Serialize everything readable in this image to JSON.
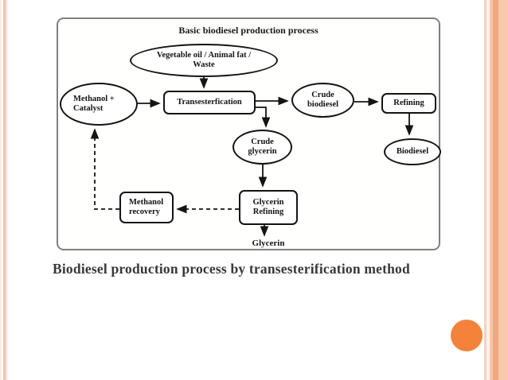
{
  "slide": {
    "caption": "Biodiesel production process by transesterification method",
    "theme": {
      "accent_orange": "#f5823a",
      "edge_stripe_salmon": "#f0a87f",
      "edge_stripe_peach": "#f8c9ab",
      "frame_border_gray": "#7f7f7f",
      "shape_border_black": "#141414"
    }
  },
  "diagram": {
    "title": "Basic biodiesel production process",
    "nodes": {
      "feedstock": {
        "shape": "ellipse",
        "lines": [
          "Vegetable oil / Animal fat /",
          "Waste"
        ]
      },
      "methanol_catalyst": {
        "shape": "ellipse",
        "lines": [
          "Methanol +",
          "Catalyst"
        ]
      },
      "transesterification": {
        "shape": "rounded-rect",
        "lines": [
          "Transesterfication"
        ]
      },
      "crude_biodiesel": {
        "shape": "ellipse",
        "lines": [
          "Crude",
          "biodiesel"
        ]
      },
      "refining": {
        "shape": "rounded-rect",
        "lines": [
          "Refining"
        ]
      },
      "biodiesel": {
        "shape": "ellipse",
        "lines": [
          "Biodiesel"
        ]
      },
      "crude_glycerin": {
        "shape": "ellipse",
        "lines": [
          "Crude",
          "glycerin"
        ]
      },
      "glycerin_refining": {
        "shape": "rounded-rect",
        "lines": [
          "Glycerin",
          "Refining"
        ]
      },
      "methanol_recovery": {
        "shape": "rounded-rect",
        "lines": [
          "Methanol",
          "recovery"
        ]
      },
      "glycerin_output": {
        "shape": "text",
        "lines": [
          "Glycerin"
        ]
      }
    },
    "edges": [
      {
        "from": "feedstock",
        "to": "transesterification",
        "style": "solid"
      },
      {
        "from": "methanol_catalyst",
        "to": "transesterification",
        "style": "solid"
      },
      {
        "from": "transesterification",
        "to": "crude_biodiesel",
        "style": "solid"
      },
      {
        "from": "transesterification",
        "to": "crude_glycerin",
        "style": "solid"
      },
      {
        "from": "crude_biodiesel",
        "to": "refining",
        "style": "solid"
      },
      {
        "from": "refining",
        "to": "biodiesel",
        "style": "solid"
      },
      {
        "from": "crude_glycerin",
        "to": "glycerin_refining",
        "style": "solid"
      },
      {
        "from": "glycerin_refining",
        "to": "glycerin_output",
        "style": "solid"
      },
      {
        "from": "glycerin_refining",
        "to": "methanol_recovery",
        "style": "dashed"
      },
      {
        "from": "methanol_recovery",
        "to": "methanol_catalyst",
        "style": "dashed"
      }
    ]
  }
}
